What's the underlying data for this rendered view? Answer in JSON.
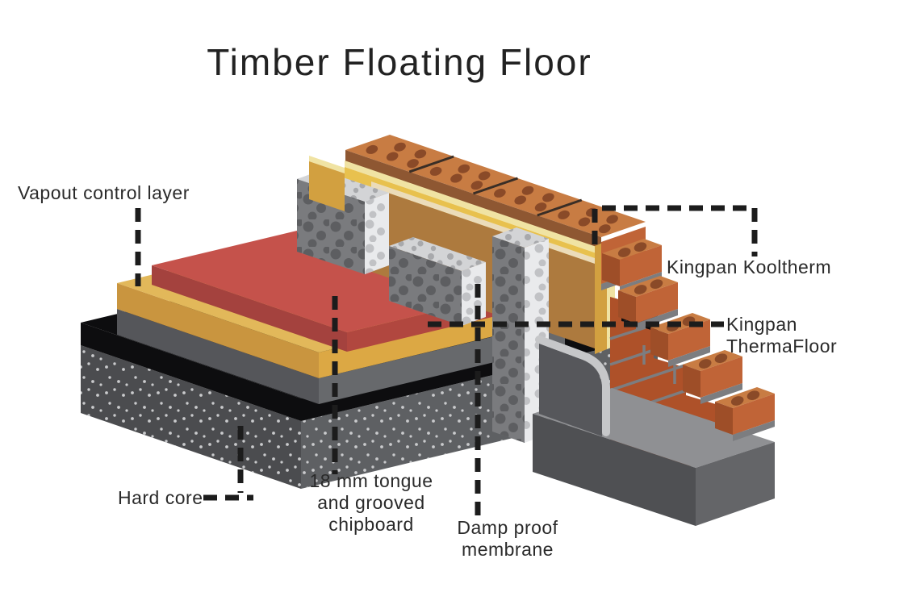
{
  "title": "Timber Floating Floor",
  "labels": {
    "vapour_control": "Vapout control layer",
    "kooltherm": "Kingpan Kooltherm",
    "thermafloor": "Kingpan ThermaFloor",
    "hard_core": "Hard core",
    "chipboard": "18 mm tongue and grooved chipboard",
    "damp_proof": "Damp proof membrane"
  },
  "colors": {
    "background": "#ffffff",
    "text": "#2a2a2a",
    "leader": "#1c1c1c",
    "chipboard_top": "#c5524b",
    "chipboard_left": "#a4423e",
    "chipboard_right": "#b1473f",
    "insulation_top": "#e2b85a",
    "insulation_left": "#c9953f",
    "insulation_right": "#dca844",
    "slab_left": "#55565a",
    "slab_right": "#67696c",
    "dpm_black": "#0d0d0f",
    "hardcore_left": "#4b4c4f",
    "hardcore_right": "#5e6063",
    "speckle": "#c9cacc",
    "block_front": "#7a7b7e",
    "block_front_dot": "#5d5e61",
    "block_top": "#d3d4d6",
    "block_top_dot": "#a8a9ac",
    "block_cut": "#e9eaec",
    "block_cut_dot": "#c1c2c5",
    "tan_panel": "#ad7a3e",
    "tan_pale": "#ebdcba",
    "board_yellow": "#d2a040",
    "board_yellow_bright": "#e8c14e",
    "board_yellow_pale": "#f0e3a3",
    "brick_top": "#c87c43",
    "brick_hole": "#8a4a28",
    "brick_band": "#8e5732",
    "brick_joint": "#3a2e26",
    "brick_end": "#c06437",
    "brick_sw": "#9e4e28",
    "brick_face": "#ae5129",
    "mortar": "#7c7d80",
    "foundation_top": "#8f9093",
    "foundation_left": "#4f5053",
    "foundation_right": "#646568",
    "sheet_fill": "#56575b",
    "sheet_edge": "#c6c7c9"
  },
  "diagram": {
    "type": "isometric construction cutaway",
    "subject": "Timber floating floor junction with brick and block cavity wall",
    "annotations": [
      {
        "label": "Vapout control layer",
        "points_to": "membrane between gold insulation and red chipboard deck"
      },
      {
        "label": "Kingpan Kooltherm",
        "points_to": "yellow insulation board in the wall cavity"
      },
      {
        "label": "Kingpan ThermaFloor",
        "points_to": "gold insulation layer under the chipboard deck"
      },
      {
        "label": "Hard core",
        "points_to": "speckled grey base slab"
      },
      {
        "label": "18 mm tongue and grooved chipboard",
        "points_to": "red top deck"
      },
      {
        "label": "Damp proof membrane",
        "points_to": "black layer wrapped over the hard core"
      }
    ]
  }
}
